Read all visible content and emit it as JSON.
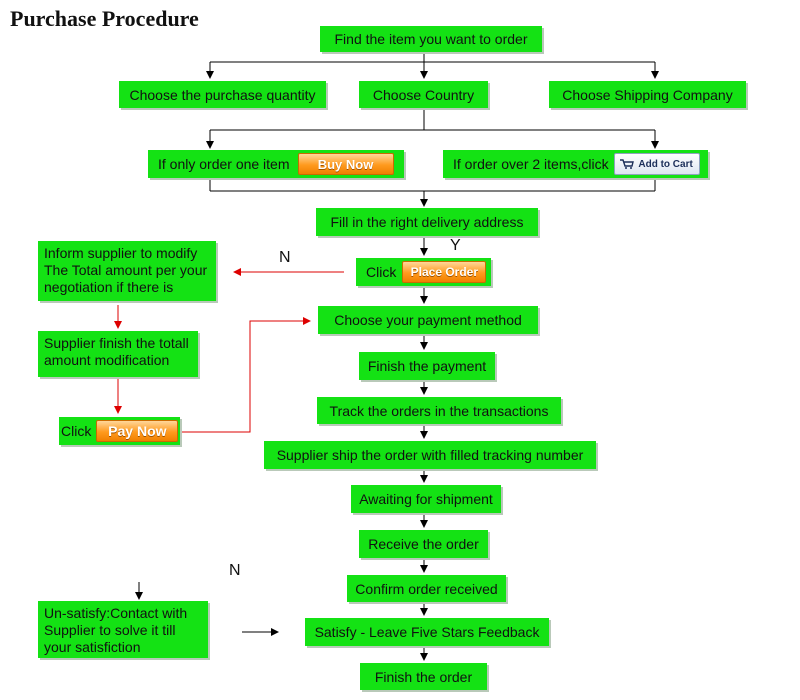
{
  "title": "Purchase Procedure",
  "boxes": {
    "find_item": "Find the item you want to order",
    "choose_quantity": "Choose the purchase quantity",
    "choose_country": "Choose Country",
    "choose_shipping": "Choose Shipping Company",
    "one_item_text": "If only order one item",
    "one_item_button": "Buy Now",
    "over_two_text": "If order over 2 items,click",
    "over_two_button": "Add to Cart",
    "fill_address": "Fill in the right delivery address",
    "click_text": "Click",
    "place_order_button": "Place Order",
    "inform_supplier": [
      "Inform supplier to modify",
      "The Total amount per your",
      " negotiation if there is"
    ],
    "supplier_finish": [
      "Supplier finish the totall",
      "amount modification"
    ],
    "pay_click_text": "Click",
    "pay_now_button": "Pay Now",
    "choose_payment": "Choose your payment method",
    "finish_payment": "Finish the payment",
    "track_orders": "Track the orders in the transactions",
    "supplier_ship": "Supplier ship the order with filled tracking number",
    "awaiting_shipment": "Awaiting for shipment",
    "receive_order": "Receive the order",
    "confirm_received": "Confirm order received",
    "unsatisfy": [
      "Un-satisfy:Contact with",
      " Supplier to solve it till",
      " your satisfiction"
    ],
    "satisfy": "Satisfy - Leave Five Stars Feedback",
    "finish_order": "Finish the order"
  },
  "labels": {
    "n_top": "N",
    "y": "Y",
    "n_bottom": "N"
  },
  "colors": {
    "box_fill": "#14e214",
    "flow_line": "#000000",
    "alt_line": "#dd0000",
    "button_orange": "#ff9a1e"
  },
  "icons": {
    "cart": "shopping-cart-icon"
  }
}
